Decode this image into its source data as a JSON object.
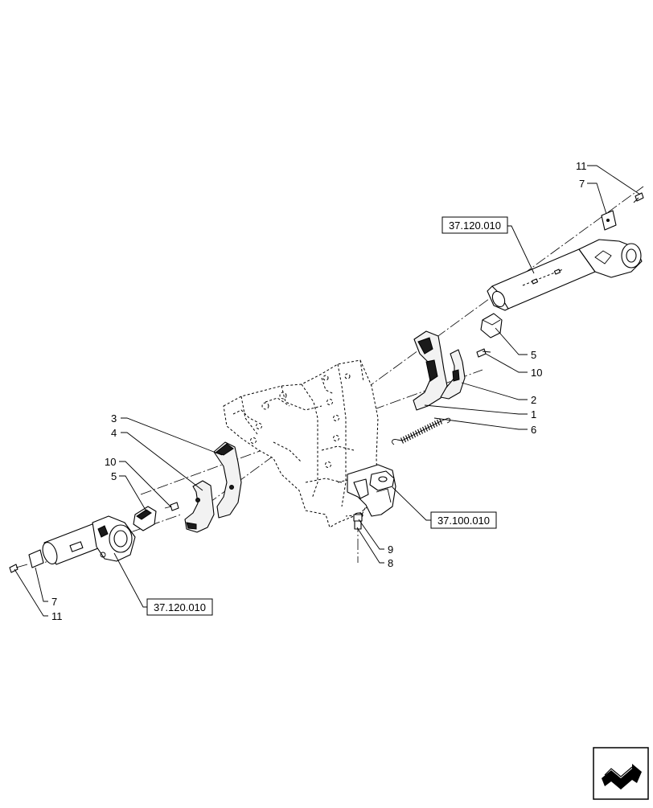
{
  "callouts": {
    "c1": "1",
    "c2": "2",
    "c3": "3",
    "c4": "4",
    "c5_right": "5",
    "c5_left": "5",
    "c6": "6",
    "c7_right": "7",
    "c7_left": "7",
    "c8": "8",
    "c9": "9",
    "c10_right": "10",
    "c10_left": "10",
    "c11_right": "11",
    "c11_left": "11"
  },
  "references": {
    "top_right": "37.120.010",
    "center": "37.100.010",
    "bottom_left": "37.120.010"
  },
  "icons": {
    "corner_arrow": "next-page-arrow-icon"
  }
}
